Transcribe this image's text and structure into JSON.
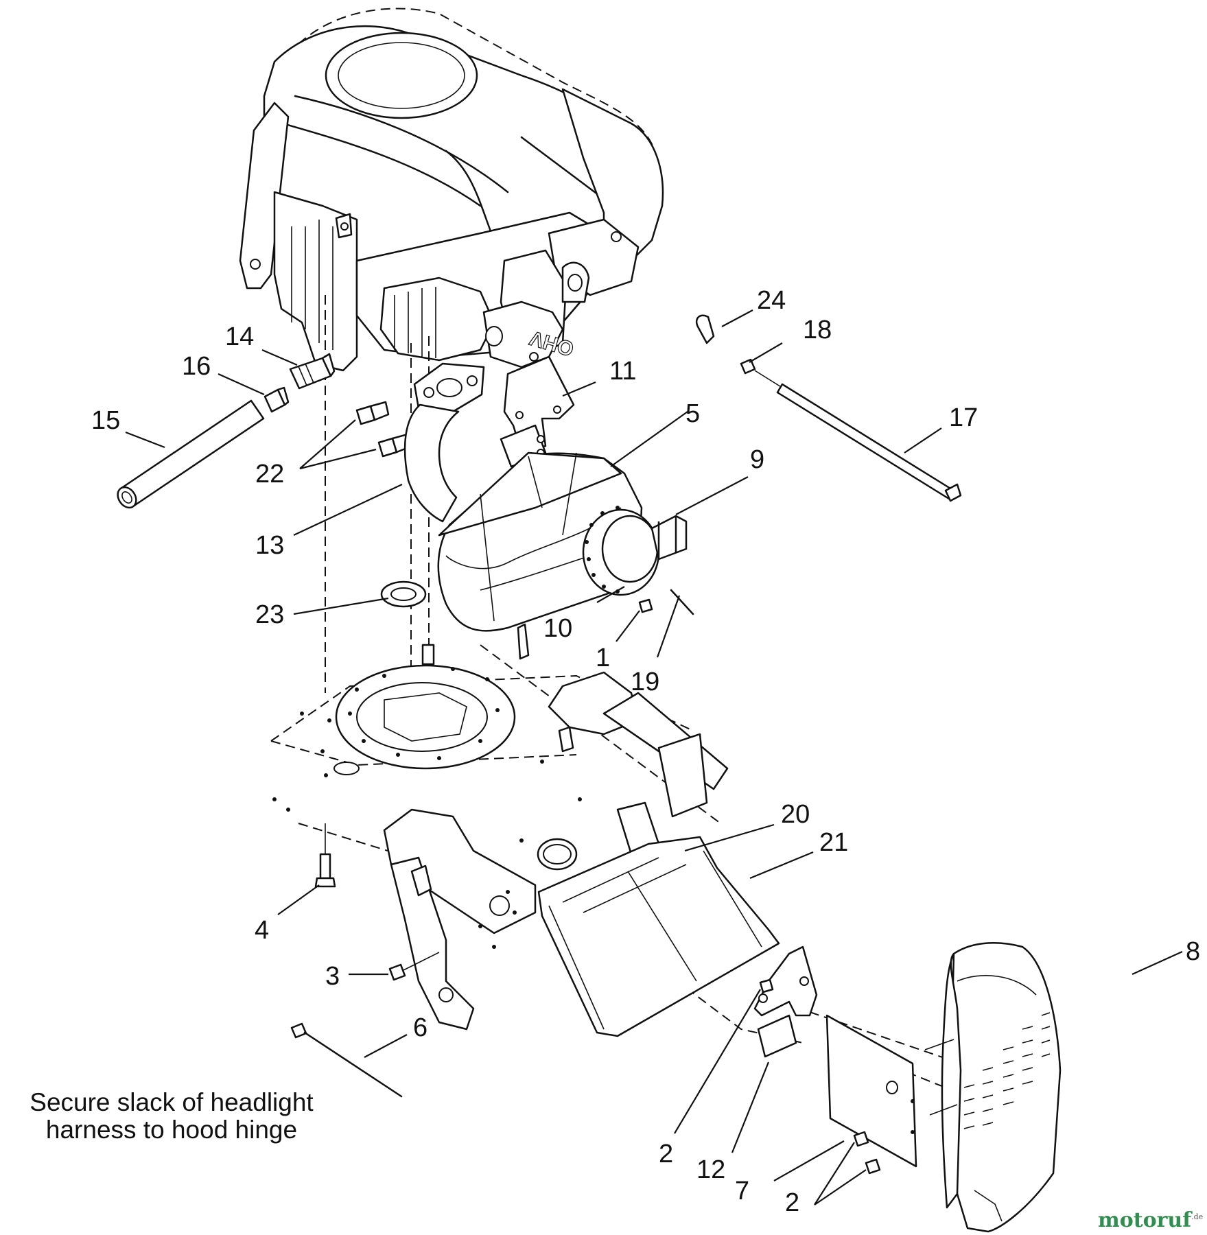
{
  "diagram": {
    "callouts": [
      "24",
      "18",
      "14",
      "16",
      "11",
      "15",
      "5",
      "17",
      "22",
      "9",
      "13",
      "23",
      "10",
      "1",
      "19",
      "20",
      "21",
      "4",
      "3",
      "8",
      "6",
      "2",
      "12",
      "7",
      "2"
    ],
    "note_line1": "Secure slack of headlight",
    "note_line2": "harness to hood hinge"
  },
  "engine_marking": "OHV",
  "watermark": {
    "text": "motoruf",
    "suffix": ".de"
  }
}
